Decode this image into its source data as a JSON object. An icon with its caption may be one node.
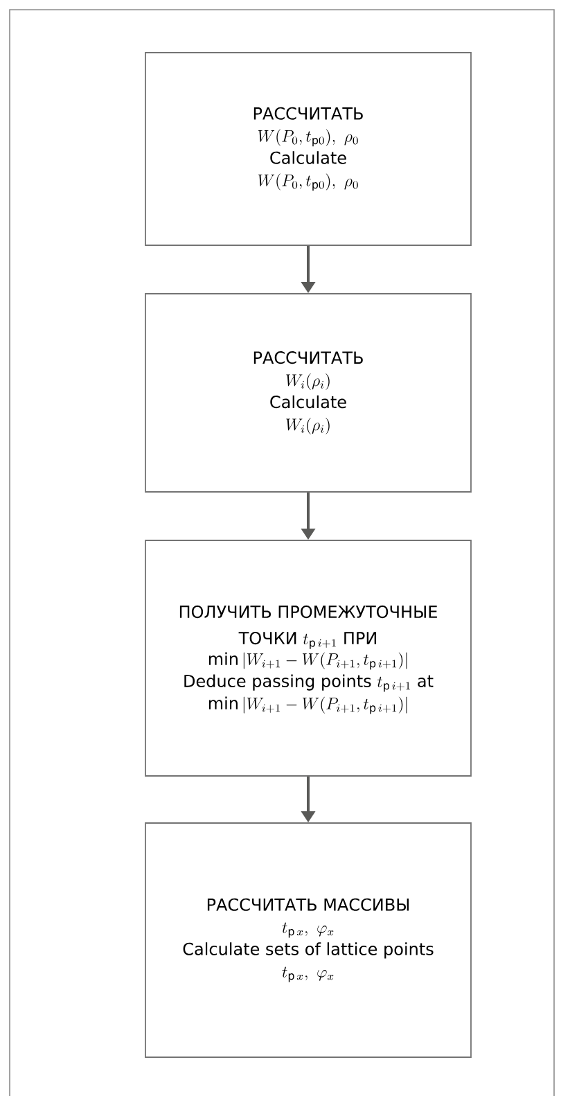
{
  "diagram": {
    "nodes": [
      {
        "text": [
          "РАССЧИТАТЬ",
          "W(P_{0},t_{\\mathrm{p}0}),\\ \\rho_{0}",
          "Calculate",
          "W(P_{0},t_{\\mathrm{p}0}),\\ \\rho_{0}"
        ]
      },
      {
        "text": [
          "РАССЧИТАТЬ",
          "W_{i}(\\rho_{i})",
          "Calculate",
          "W_{i}(\\rho_{i})"
        ]
      },
      {
        "text": [
          "\\begin{gathered}\\text{ПОЛУЧИТЬ ПРОМЕЖУТОЧНЫЕ}\\\\ \\text{ТОЧКИ }t_{\\mathrm{p}\\,i+1}\\text{ ПРИ}\\end{gathered}",
          "\\min|W_{i+1}-W(P_{i+1},t_{\\mathrm{p}\\,i+1})|",
          "\\text{Deduce passing points }t_{\\mathrm{p}\\,i+1}\\text{ at}",
          "\\min|W_{i+1}-W(P_{i+1},t_{\\mathrm{p}\\,i+1})|"
        ]
      },
      {
        "text": [
          "РАССЧИТАТЬ МАССИВЫ",
          "t_{\\mathrm{p}\\,x},\\ \\varphi_{x}",
          "Calculate sets of lattice points",
          "t_{\\mathrm{p}\\,x},\\ \\varphi_{x}"
        ]
      }
    ],
    "edges": [
      {
        "from": 0,
        "to": 1,
        "arrow": "to"
      },
      {
        "from": 1,
        "to": 2,
        "arrow": "to"
      },
      {
        "from": 2,
        "to": 3,
        "arrow": "to"
      }
    ]
  }
}
